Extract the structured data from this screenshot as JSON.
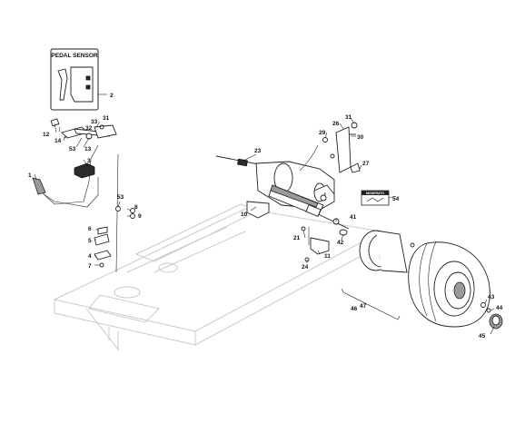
{
  "callouts": {
    "c1": "1",
    "c2": "2",
    "c3": "3",
    "c4": "4",
    "c5": "5",
    "c6": "6",
    "c7": "7",
    "c8": "8",
    "c9": "9",
    "c10": "10",
    "c11": "11",
    "c12": "12",
    "c13": "13",
    "c14": "14",
    "c21": "21",
    "c23": "23",
    "c24": "24",
    "c26": "26",
    "c27": "27",
    "c29": "29",
    "c30": "30",
    "c31a": "31",
    "c31b": "31",
    "c32": "32",
    "c33": "33",
    "c41": "41",
    "c42": "42",
    "c43": "43",
    "c44": "44",
    "c45": "45",
    "c46": "46",
    "c47": "47",
    "c53a": "53",
    "c53b": "53",
    "c54": "54"
  },
  "inset_title": "PEDAL SENSOR",
  "warning_label": "MODERATO"
}
